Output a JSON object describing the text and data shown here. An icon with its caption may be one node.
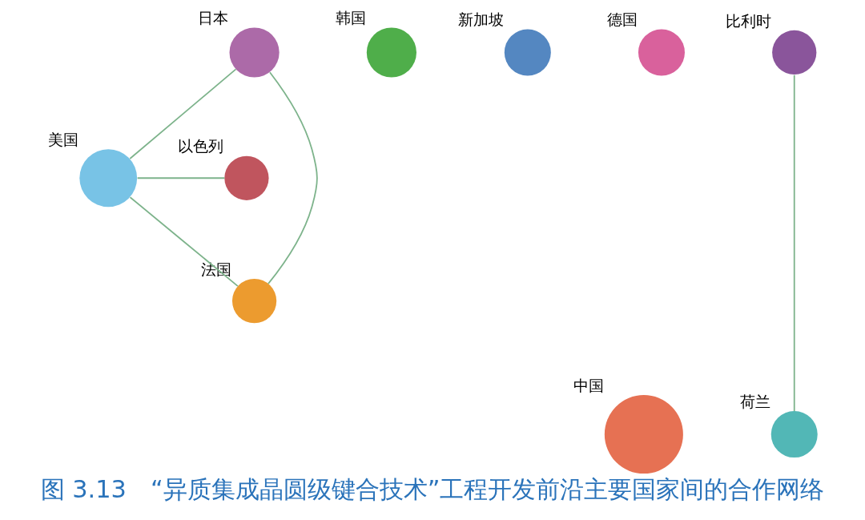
{
  "diagram": {
    "caption": "图 3.13　“异质集成晶圆级键合技术”工程开发前沿主要国家间的合作网络",
    "nodes": [
      {
        "text": [],
        "shape": "circle",
        "beside": [
          "韩国"
        ]
      },
      {
        "text": [],
        "shape": "circle",
        "beside": [
          "新加坡"
        ]
      },
      {
        "text": [],
        "shape": "circle",
        "beside": [
          "德国"
        ]
      },
      {
        "text": [],
        "shape": "circle",
        "beside": [
          "日本"
        ]
      },
      {
        "text": [],
        "shape": "circle",
        "beside": [
          "比利时"
        ]
      },
      {
        "text": [],
        "shape": "circle",
        "beside": [
          "美国"
        ]
      },
      {
        "text": [],
        "shape": "circle",
        "beside": [
          "以色列"
        ]
      },
      {
        "text": [],
        "shape": "circle",
        "beside": [
          "法国"
        ]
      },
      {
        "text": [],
        "shape": "circle",
        "beside": [
          "中国"
        ]
      },
      {
        "text": [],
        "shape": "circle",
        "beside": [
          "荷兰"
        ]
      }
    ],
    "edges": [
      {
        "from": 3,
        "to": 5,
        "arrow": "none"
      },
      {
        "from": 3,
        "to": 7,
        "arrow": "none"
      },
      {
        "from": 5,
        "to": 6,
        "arrow": "none"
      },
      {
        "from": 5,
        "to": 7,
        "arrow": "none"
      },
      {
        "from": 4,
        "to": 9,
        "arrow": "none"
      }
    ]
  }
}
